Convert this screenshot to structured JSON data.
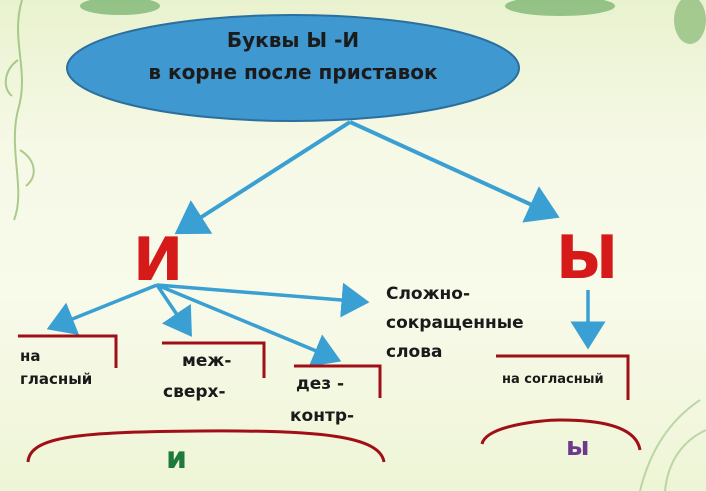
{
  "title": {
    "line1": "Буквы Ы -И",
    "line2": "в корне после приставок"
  },
  "branches": {
    "i": {
      "letter": "И",
      "cases": {
        "vowel": [
          "на",
          "гласный"
        ],
        "prefixes1": [
          "меж-",
          "сверх-"
        ],
        "prefixes2": [
          "дез -",
          "контр-"
        ],
        "compound": [
          "Сложно-",
          "сокращенные",
          "слова"
        ]
      },
      "result": "и"
    },
    "y": {
      "letter": "Ы",
      "cases": {
        "consonant": "на согласный"
      },
      "result": "ы"
    }
  },
  "colors": {
    "ellipse_fill": "#3f98cf",
    "ellipse_stroke": "#2a6f9e",
    "arrow": "#3a9fd2",
    "bracket": "#a00f17",
    "letter_red": "#d61a1a",
    "result_green": "#1d7a3a",
    "result_purple": "#6b3a8c"
  }
}
